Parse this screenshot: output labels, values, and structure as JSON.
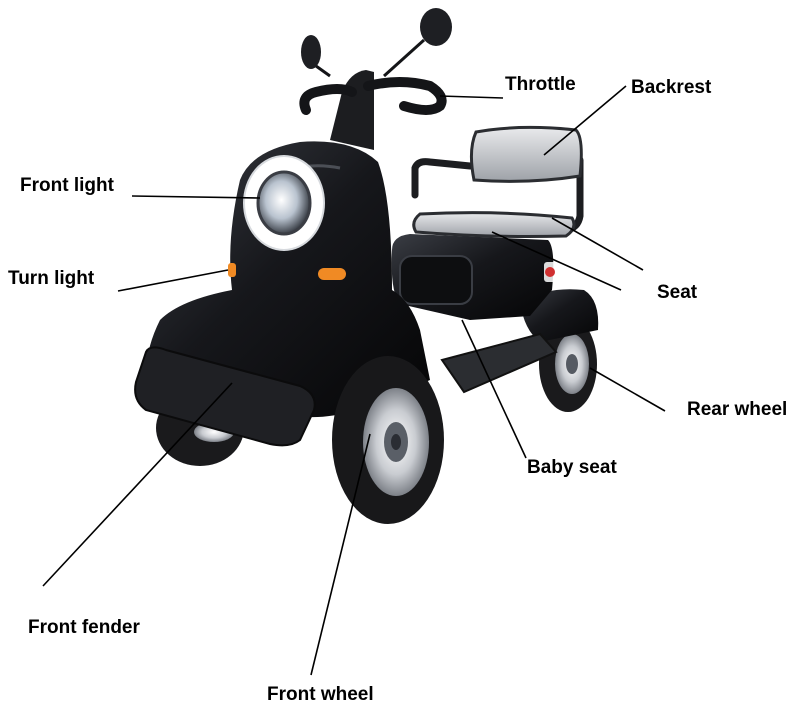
{
  "callouts": [
    {
      "id": "throttle",
      "label": "Throttle"
    },
    {
      "id": "backrest",
      "label": "Backrest"
    },
    {
      "id": "front-light",
      "label": "Front light"
    },
    {
      "id": "turn-light",
      "label": "Turn light"
    },
    {
      "id": "seat",
      "label": "Seat"
    },
    {
      "id": "rear-wheel",
      "label": "Rear wheel"
    },
    {
      "id": "baby-seat",
      "label": "Baby seat"
    },
    {
      "id": "front-fender",
      "label": "Front fender"
    },
    {
      "id": "front-wheel",
      "label": "Front wheel"
    }
  ],
  "colors": {
    "background": "#ffffff",
    "body": "#141518",
    "label": "#000000",
    "leader_line": "#000000",
    "accent_orange": "#f08a24",
    "chrome": "#c9ccd1"
  },
  "icons": {
    "vehicle": "four-wheel-mobility-scooter"
  }
}
